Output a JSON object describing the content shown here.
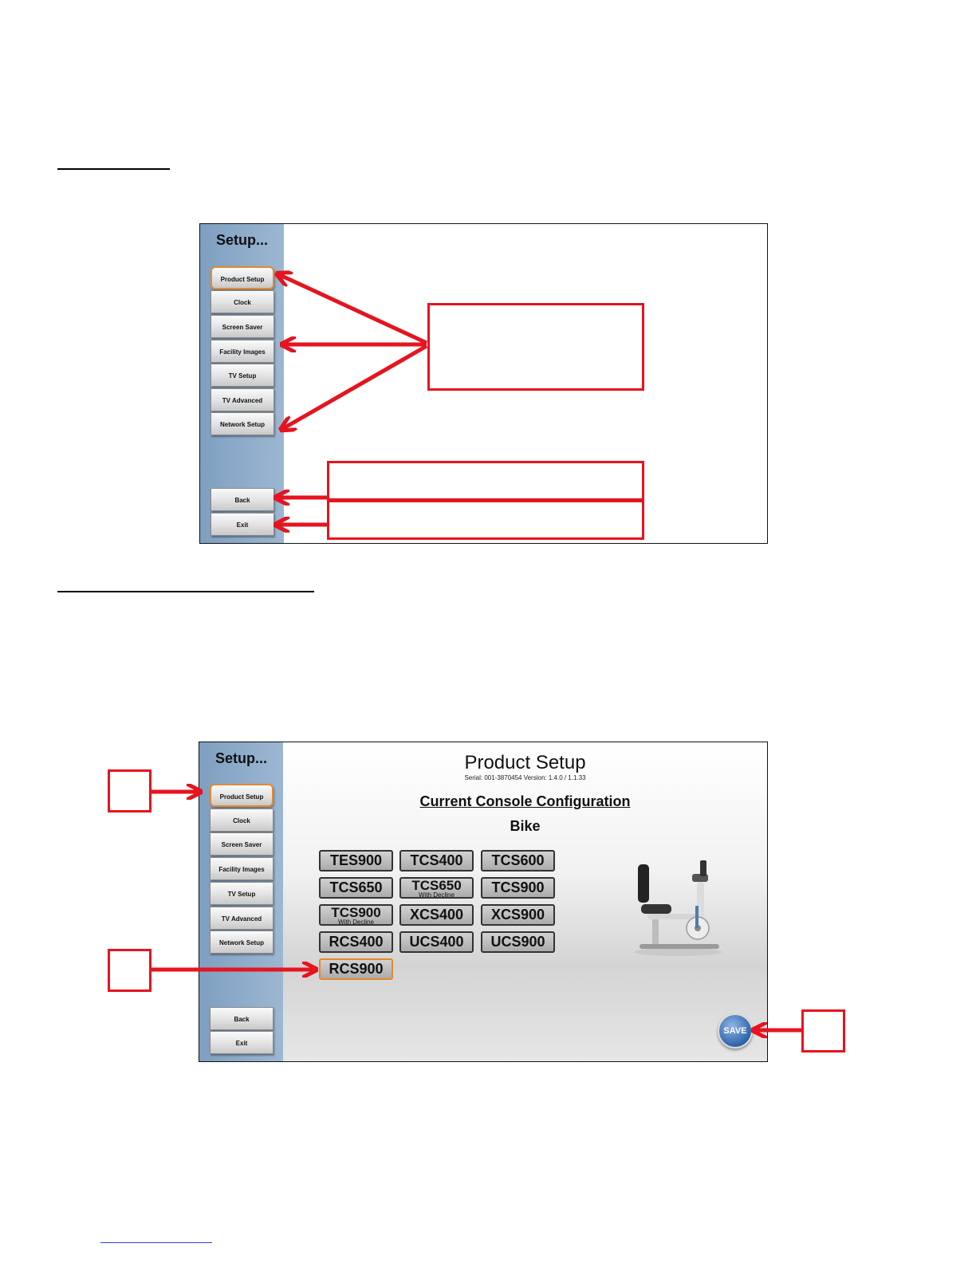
{
  "screens": {
    "main_setup": {
      "sidebar_title": "Setup...",
      "menu": [
        "Product Setup",
        "Clock",
        "Screen Saver",
        "Facility Images",
        "TV Setup",
        "TV Advanced",
        "Network Setup"
      ],
      "nav": [
        "Back",
        "Exit"
      ]
    },
    "product_setup": {
      "sidebar_title": "Setup...",
      "menu": [
        "Product Setup",
        "Clock",
        "Screen Saver",
        "Facility Images",
        "TV Setup",
        "TV Advanced",
        "Network Setup"
      ],
      "nav": [
        "Back",
        "Exit"
      ],
      "title": "Product Setup",
      "serial_line": "Serial: 001-3870454   Version: 1.4.0 / 1.1.33",
      "config_heading": "Current Console Configuration",
      "config_type": "Bike",
      "models": [
        {
          "name": "TES900",
          "sub": ""
        },
        {
          "name": "TCS400",
          "sub": ""
        },
        {
          "name": "TCS600",
          "sub": ""
        },
        {
          "name": "TCS650",
          "sub": ""
        },
        {
          "name": "TCS650",
          "sub": "With Decline"
        },
        {
          "name": "TCS900",
          "sub": ""
        },
        {
          "name": "TCS900",
          "sub": "With Decline"
        },
        {
          "name": "XCS400",
          "sub": ""
        },
        {
          "name": "XCS900",
          "sub": ""
        },
        {
          "name": "RCS400",
          "sub": ""
        },
        {
          "name": "UCS400",
          "sub": ""
        },
        {
          "name": "UCS900",
          "sub": ""
        },
        {
          "name": "RCS900",
          "sub": ""
        }
      ],
      "selected_model": "RCS900",
      "save_label": "SAVE"
    }
  },
  "colors": {
    "annotation_red": "#e5141f",
    "selection_orange": "#e58a2b",
    "sidebar_blue": "#8eabc9",
    "save_blue": "#2d64a8"
  }
}
